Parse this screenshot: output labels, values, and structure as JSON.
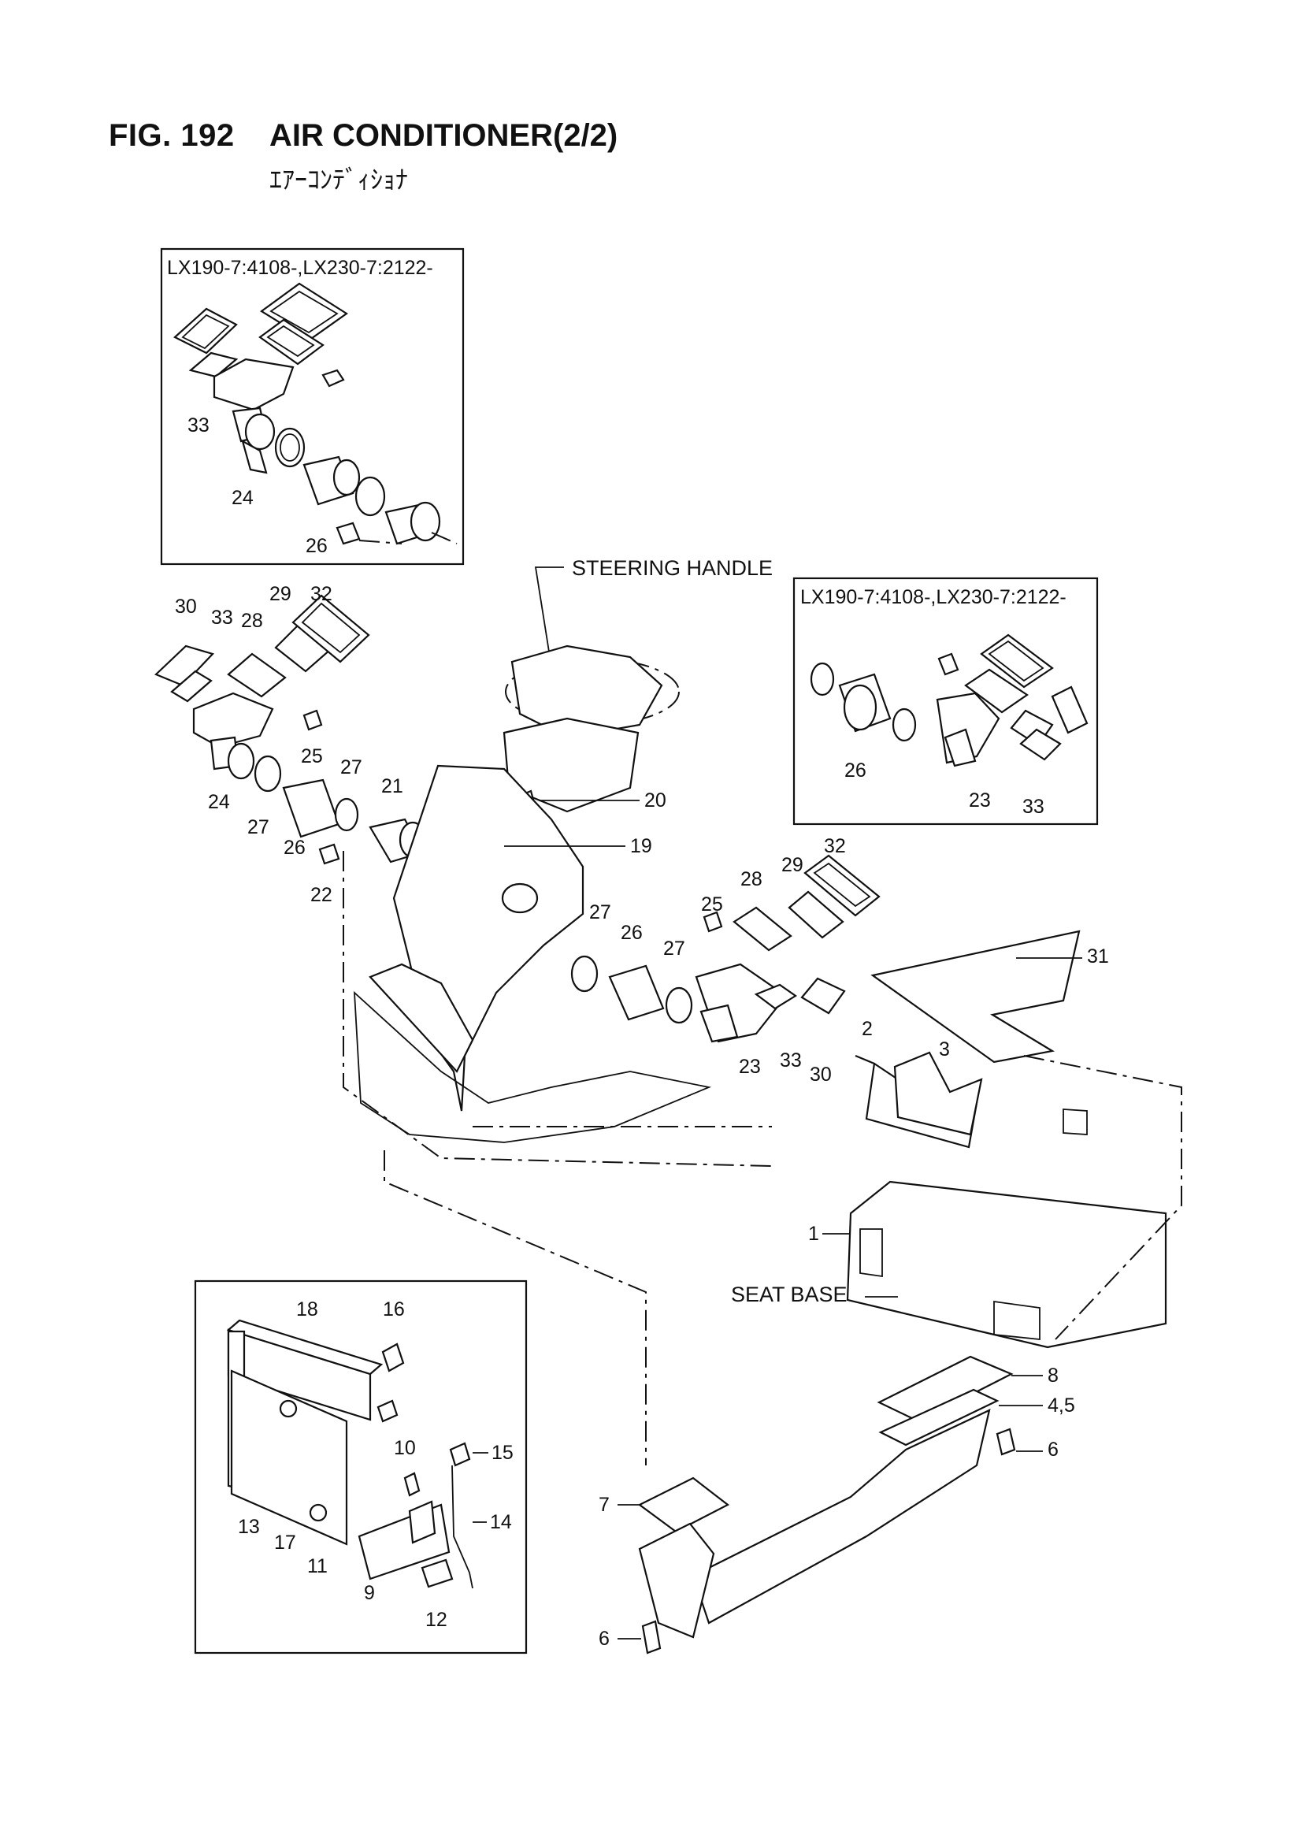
{
  "figure": {
    "number": "FIG. 192",
    "title": "AIR CONDITIONER(2/2)",
    "subtitle_jp": "ｴｱｰｺﾝﾃﾞｨｼｮﾅ"
  },
  "insets": {
    "top_left_serial": "LX190-7:4108-,LX230-7:2122-",
    "right_serial": "LX190-7:4108-,LX230-7:2122-"
  },
  "notes": {
    "steering_handle": "STEERING HANDLE",
    "seat_base": "SEAT BASE"
  },
  "callouts": {
    "inset1": {
      "c33": "33",
      "c24": "24",
      "c26": "26"
    },
    "inset2": {
      "c26": "26",
      "c23": "23",
      "c33": "33"
    },
    "main": {
      "c30": "30",
      "c33": "33",
      "c28": "28",
      "c29": "29",
      "c32": "32",
      "c25": "25",
      "c24": "24",
      "c27a": "27",
      "c27b": "27",
      "c21": "21",
      "c26": "26",
      "c22": "22",
      "c20": "20",
      "c19": "19",
      "r27a": "27",
      "r26": "26",
      "r25": "25",
      "r27b": "27",
      "r28": "28",
      "r29": "29",
      "r32": "32",
      "r31": "31",
      "r23": "23",
      "r33": "33",
      "r30": "30",
      "c2": "2",
      "c3": "3",
      "c1": "1",
      "c8": "8",
      "c45": "4,5",
      "c6a": "6",
      "c7": "7",
      "c6b": "6"
    },
    "inset3": {
      "c18": "18",
      "c16": "16",
      "c10": "10",
      "c15": "15",
      "c13": "13",
      "c17": "17",
      "c11": "11",
      "c14": "14",
      "c9": "9",
      "c12": "12"
    }
  }
}
